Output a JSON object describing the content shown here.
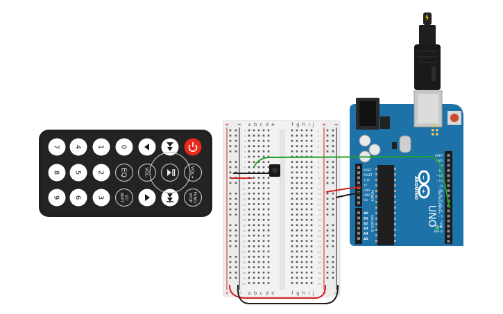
{
  "remote": {
    "buttons": [
      {
        "id": "btn-7",
        "label": "7"
      },
      {
        "id": "btn-4",
        "label": "4"
      },
      {
        "id": "btn-1",
        "label": "1"
      },
      {
        "id": "btn-0",
        "label": "0"
      },
      {
        "id": "btn-prev",
        "label": ""
      },
      {
        "id": "btn-skip-back",
        "label": ""
      },
      {
        "id": "btn-power",
        "label": ""
      },
      {
        "id": "btn-8",
        "label": "8"
      },
      {
        "id": "btn-5",
        "label": "5"
      },
      {
        "id": "btn-2",
        "label": "2"
      },
      {
        "id": "btn-eq",
        "label": "EQ"
      },
      {
        "id": "btn-vol-down",
        "label": "VOL-"
      },
      {
        "id": "btn-play-pause",
        "label": ""
      },
      {
        "id": "btn-vol-up",
        "label": "VOL+"
      },
      {
        "id": "btn-9",
        "label": "9"
      },
      {
        "id": "btn-6",
        "label": "6"
      },
      {
        "id": "btn-3",
        "label": "3"
      },
      {
        "id": "btn-st-rept",
        "label": "ST/\nREPT"
      },
      {
        "id": "btn-next",
        "label": ""
      },
      {
        "id": "btn-skip-fwd",
        "label": ""
      },
      {
        "id": "btn-func-stop",
        "label": "FUNC/\nSTOP"
      }
    ]
  },
  "breadboard": {
    "top_cols_left": "a b c d e",
    "top_cols_right": "f g h i j",
    "bottom_cols_left": "a b c d e",
    "bottom_cols_right": "f g h i j",
    "rail_plus": "+",
    "rail_minus": "−",
    "rows": 30
  },
  "arduino": {
    "brand": "ARDUINO",
    "model": "UNO",
    "header_top": [
      "AREF",
      "GND",
      "13",
      "12",
      "~11",
      "~10",
      "~9",
      "8"
    ],
    "header_top2": [
      "7",
      "~6",
      "~5",
      "4",
      "~3",
      "2",
      "TX→1",
      "RX←0"
    ],
    "power_pins": [
      "IOREF",
      "RESET",
      "3.3V",
      "5V",
      "GND",
      "GND",
      "Vin"
    ],
    "power_label": "POWER",
    "analog_pins": [
      "A0",
      "A1",
      "A2",
      "A3",
      "A4",
      "A5"
    ],
    "analog_label": "ANALOG IN",
    "digital_label": "DIGITAL (PWM~)",
    "on_label": "ON"
  },
  "colors": {
    "remote_body": "#1f1f1f",
    "button_white": "#ffffff",
    "power_red": "#e8281c",
    "arduino_blue": "#1d72a8",
    "wire_green": "#1fa32c",
    "wire_red": "#d42020",
    "wire_black": "#1a1a1a"
  }
}
